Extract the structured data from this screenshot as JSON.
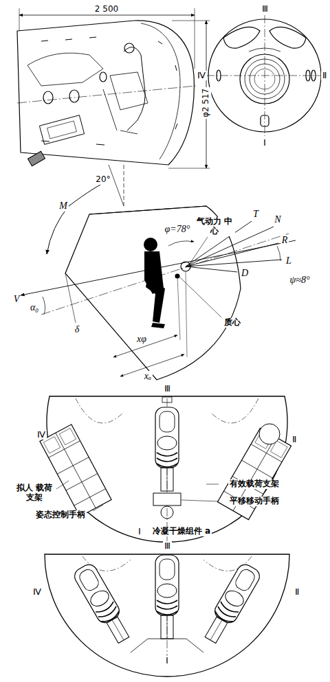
{
  "diagram": {
    "labels": [
      "2 500",
      "φ2 517",
      "Ⅲ",
      "Ⅳ",
      "Ⅱ",
      "Ⅰ",
      "M",
      "20°",
      "φ=78°",
      "气动力 中心",
      "T",
      "N",
      "R",
      "L",
      "D",
      "ψ≈8°",
      "V",
      "α₀",
      "δ",
      "质心",
      "xφ",
      "xₐ",
      "Ⅲ",
      "Ⅳ",
      "Ⅱ",
      "拟人 载荷支架",
      "有效载荷支架",
      "平移移动手柄",
      "姿态控制手柄",
      "Ⅰ",
      "冷凝干燥组件 a",
      "Ⅲ",
      "Ⅳ",
      "Ⅱ",
      "Ⅰ"
    ]
  }
}
